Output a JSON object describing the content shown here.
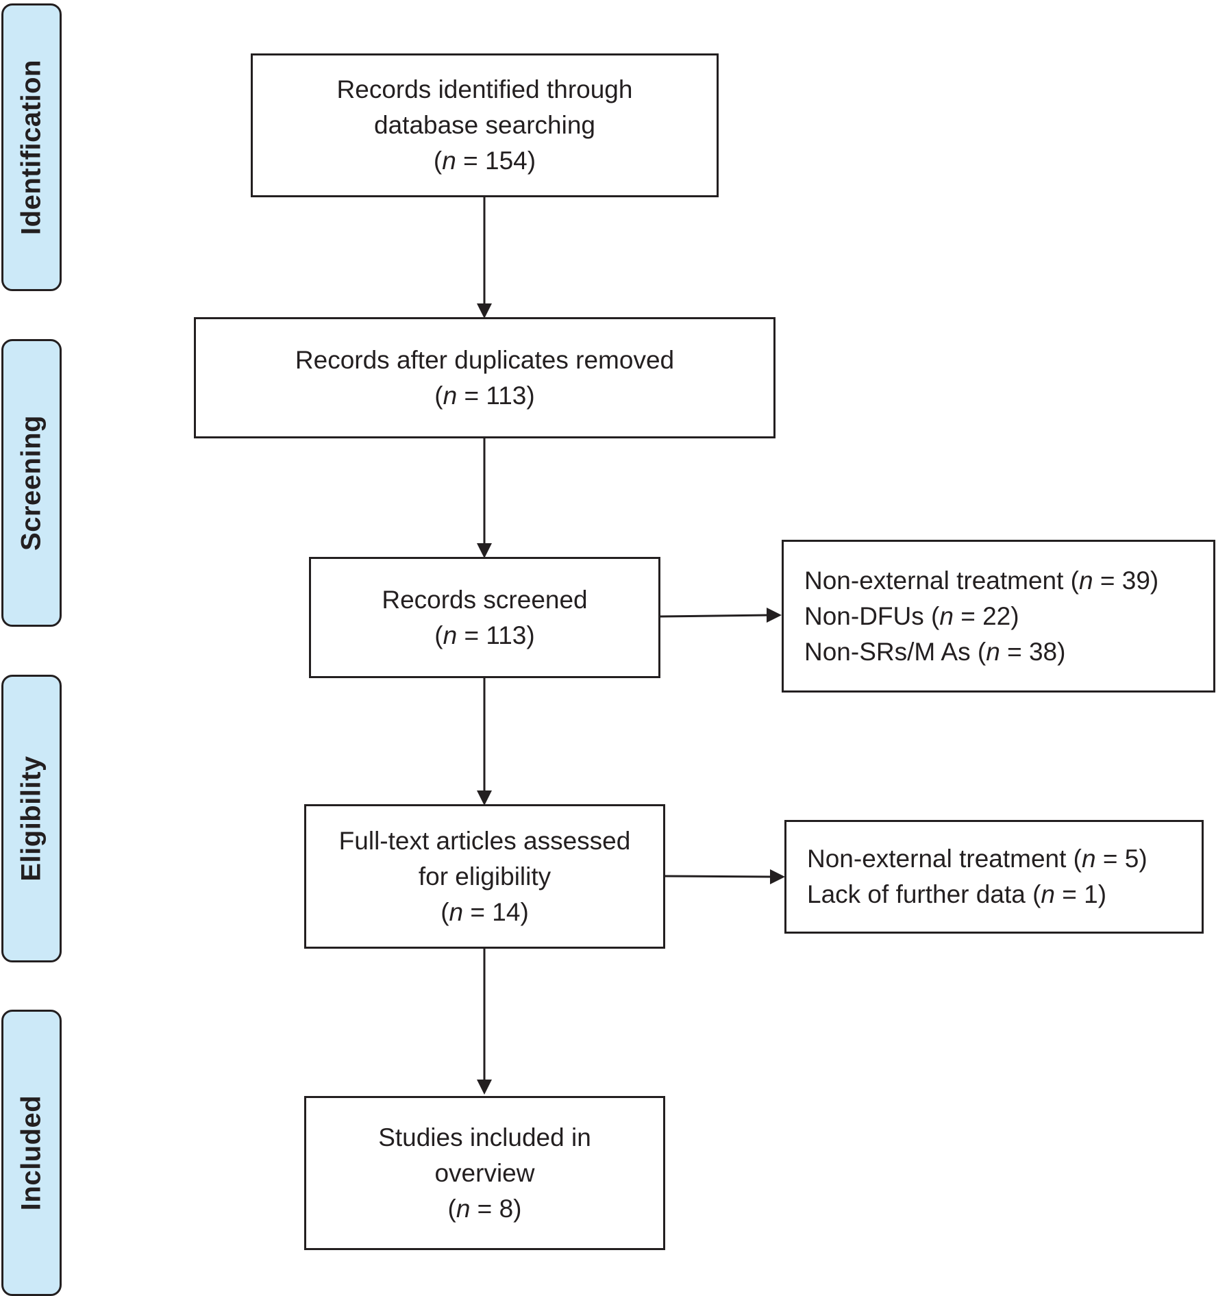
{
  "phases": {
    "identification": "Identification",
    "screening": "Screening",
    "eligibility": "Eligibility",
    "included": "Included"
  },
  "boxes": {
    "identified": {
      "lines": [
        "Records identified through",
        "database searching"
      ],
      "count": {
        "open": "(",
        "n": "n",
        "rest": " = 154)"
      }
    },
    "deduplicated": {
      "lines": [
        "Records after duplicates removed"
      ],
      "count": {
        "open": "(",
        "n": "n",
        "rest": " = 113)"
      }
    },
    "screened": {
      "lines": [
        "Records screened"
      ],
      "count": {
        "open": "(",
        "n": "n",
        "rest": " = 113)"
      }
    },
    "fulltext": {
      "lines": [
        "Full-text articles assessed",
        "for eligibility"
      ],
      "count": {
        "open": "(",
        "n": "n",
        "rest": " = 14)"
      }
    },
    "included": {
      "lines": [
        "Studies included in",
        "overview"
      ],
      "count": {
        "open": "(",
        "n": "n",
        "rest": " = 8)"
      }
    }
  },
  "exclusions": {
    "screening": [
      {
        "label": "Non-external treatment (",
        "n": "n",
        "rest": " = 39)"
      },
      {
        "label": "Non-DFUs (",
        "n": "n",
        "rest": " = 22)"
      },
      {
        "label": "Non-SRs/M As (",
        "n": "n",
        "rest": " = 38)"
      }
    ],
    "eligibility": [
      {
        "label": "Non-external treatment (",
        "n": "n",
        "rest": " = 5)"
      },
      {
        "label": "Lack of further data (",
        "n": "n",
        "rest": " = 1)"
      }
    ]
  }
}
